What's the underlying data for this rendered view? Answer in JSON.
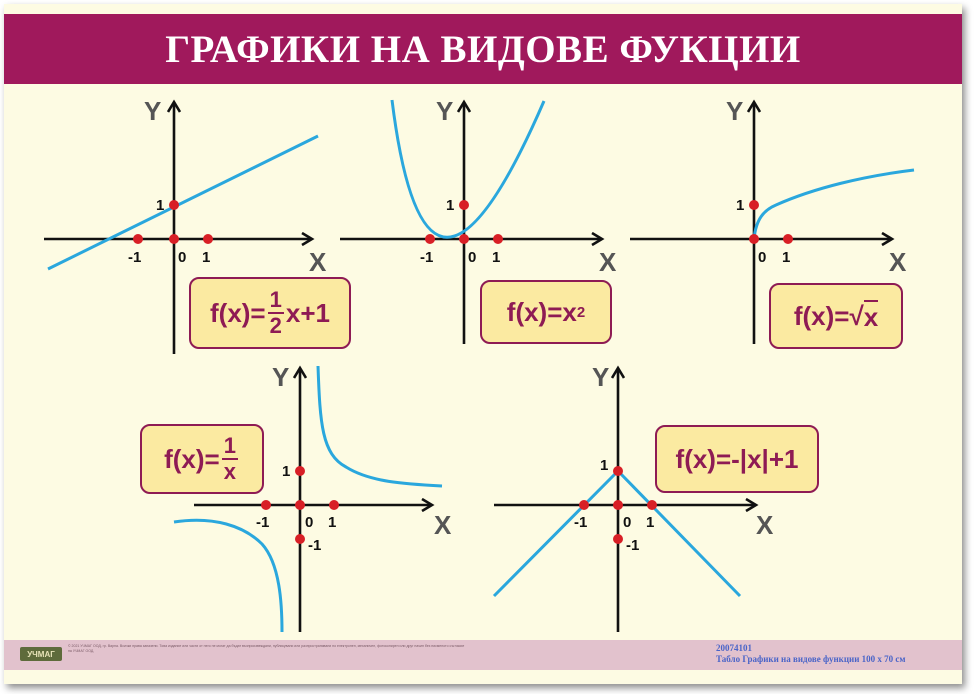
{
  "title": "ГРАФИКИ НА ВИДОВЕ ФУКЦИИ",
  "axis_labels": {
    "x": "X",
    "y": "Y"
  },
  "tick_labels": {
    "minus_one": "-1",
    "zero": "0",
    "one": "1"
  },
  "formulas": {
    "linear": {
      "lhs": "f(x)=",
      "num": "1",
      "den": "2",
      "rest": "x+1"
    },
    "square": {
      "lhs": "f(x)=x",
      "sup": "2"
    },
    "sqrt": {
      "lhs": "f(x)=",
      "radical": "√",
      "arg": "x"
    },
    "reciprocal": {
      "lhs": "f(x)=",
      "num": "1",
      "den": "x"
    },
    "abs": {
      "text": "f(x)=-|x|+1"
    }
  },
  "footer": {
    "logo": "УЧМАГ",
    "code": "20074101",
    "caption": "Табло Графики на видове функции 100 x 70 см",
    "small_print": "© 2021 УЧМАГ ООД, гр. Варна. Всички права запазени. Това издание или части от него не могат да бъдат възпроизвеждани, публикувани или разпространявани по електронен, механичен, фотокопирен или друг начин без писменото съгласие на УЧМАГ ООД."
  },
  "colors": {
    "banner": "#a0195c",
    "curve": "#2aa7dd",
    "point": "#d81f26",
    "axis": "#111111",
    "label": "#555555",
    "formula_bg": "#fbeaa1",
    "formula_border": "#8e1b54"
  }
}
